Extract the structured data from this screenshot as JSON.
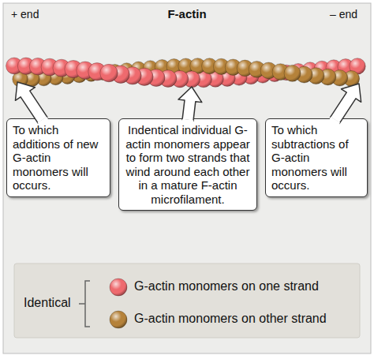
{
  "diagram": {
    "title": "F-actin",
    "nodes": [
      {
        "text": [
          "To which additions of new G-actin monomers will occurs."
        ]
      },
      {
        "text": [
          "Indentical individual G-actin monomers appear to form two strands that wind around each other in a mature F-actin microfilament."
        ]
      },
      {
        "text": [
          "To which subtractions of G-actin monomers will occurs."
        ]
      }
    ],
    "labels": [
      "+ end",
      "– end",
      "Identical"
    ],
    "legend": [
      {
        "text": "G-actin monomers on one strand",
        "color": "#ee6a6e"
      },
      {
        "text": "G-actin monomers on other strand",
        "color": "#b5823a"
      }
    ]
  }
}
